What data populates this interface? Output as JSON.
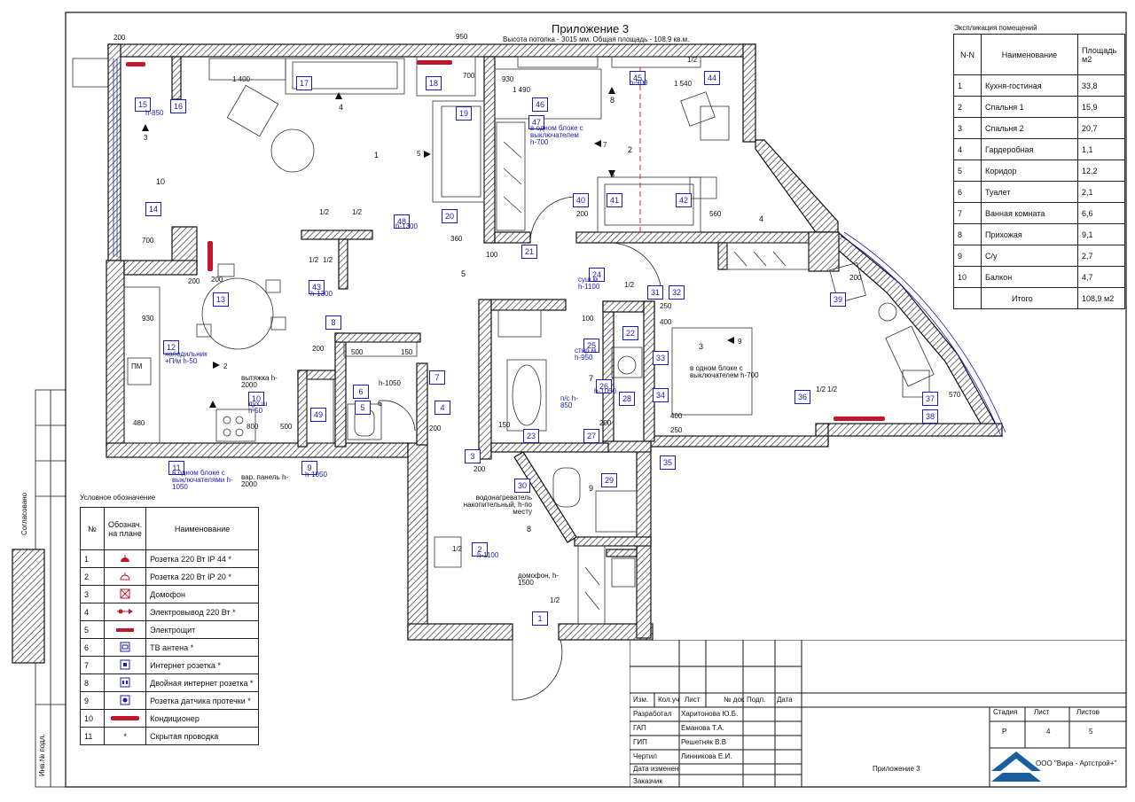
{
  "title": "Приложение 3",
  "subtitle": "Высота потолка - 3015 мм. Общая площадь - 108,9 кв.м.",
  "explication": {
    "heading": "Экспликация помещений",
    "col_nn": "N-N",
    "col_name": "Наименование",
    "col_area": "Площадь м2",
    "rows": [
      {
        "n": "1",
        "name": "Кухня-гостиная",
        "area": "33,8"
      },
      {
        "n": "2",
        "name": "Спальня 1",
        "area": "15,9"
      },
      {
        "n": "3",
        "name": "Спальня 2",
        "area": "20,7"
      },
      {
        "n": "4",
        "name": "Гардеробная",
        "area": "1,1"
      },
      {
        "n": "5",
        "name": "Коридор",
        "area": "12,2"
      },
      {
        "n": "6",
        "name": "Туалет",
        "area": "2,1"
      },
      {
        "n": "7",
        "name": "Ванная комната",
        "area": "6,6"
      },
      {
        "n": "8",
        "name": "Прихожая",
        "area": "9,1"
      },
      {
        "n": "9",
        "name": "С/у",
        "area": "2,7"
      },
      {
        "n": "10",
        "name": "Балкон",
        "area": "4,7"
      }
    ],
    "total_label": "Итого",
    "total_area": "108,9 м2"
  },
  "legend": {
    "heading": "Условное обозначение",
    "col_n": "№",
    "col_symbol": "Обознач. на плане",
    "col_name": "Наименование",
    "rows": [
      {
        "n": "1",
        "name": "Розетка 220 Вт IP 44 *",
        "icon": "socket-ip44-icon"
      },
      {
        "n": "2",
        "name": "Розетка 220 Вт  IP 20 *",
        "icon": "socket-ip20-icon"
      },
      {
        "n": "3",
        "name": "Домофон",
        "icon": "intercom-icon"
      },
      {
        "n": "4",
        "name": "Электровывод  220 Вт *",
        "icon": "power-outlet-icon"
      },
      {
        "n": "5",
        "name": "Электрощит",
        "icon": "switchboard-icon"
      },
      {
        "n": "6",
        "name": "ТВ антена *",
        "icon": "tv-antenna-icon"
      },
      {
        "n": "7",
        "name": "Интернет розетка *",
        "icon": "internet-socket-icon"
      },
      {
        "n": "8",
        "name": "Двойная интернет розетка *",
        "icon": "double-internet-socket-icon"
      },
      {
        "n": "9",
        "name": "Розетка датчика протечки *",
        "icon": "leak-sensor-socket-icon"
      },
      {
        "n": "10",
        "name": "Кондиционер",
        "icon": "air-conditioner-icon"
      },
      {
        "n": "11",
        "name": "Скрытая проводка",
        "icon": "hidden-wiring-icon"
      }
    ],
    "hidden_mark": "*"
  },
  "stamp": {
    "header": [
      "Изм.",
      "Кол.уч",
      "Лист",
      "№ док",
      "Подп.",
      "Дата"
    ],
    "roles": [
      {
        "role": "Разработал",
        "name": "Харитонова Ю.Б."
      },
      {
        "role": "ГАП",
        "name": "Еманова Т.А."
      },
      {
        "role": "ГИП",
        "name": "Решетняк В.В"
      },
      {
        "role": "Чертил",
        "name": "Линникова Е.И."
      },
      {
        "role": "Дата изменен",
        "name": ""
      },
      {
        "role": "Заказчик",
        "name": ""
      }
    ],
    "stage_label": "Стадия",
    "sheet_label": "Лист",
    "sheets_label": "Листов",
    "stage": "Р",
    "sheet": "4",
    "sheets": "5",
    "doc_title": "Приложение 3",
    "company": "ООО \"Вира - Артстрой+\"",
    "side_agreed": "Согласовано",
    "side_inv": "Инв.№ подл."
  },
  "rooms": [
    "1",
    "2",
    "3",
    "4",
    "5",
    "6",
    "7",
    "8",
    "9",
    "10",
    "4",
    "6",
    "8"
  ],
  "dims": [
    "200",
    "950",
    "1 400",
    "930",
    "700",
    "1 490",
    "1 540",
    "1/2",
    "1/2",
    "1/2",
    "200",
    "560",
    "360",
    "100",
    "1/2",
    "1/2",
    "700",
    "200",
    "930",
    "200",
    "500",
    "150",
    "480",
    "800",
    "500",
    "1/2",
    "1/2",
    "1/2",
    "200",
    "200",
    "100",
    "400",
    "250",
    "200",
    "250",
    "400",
    "150",
    "200",
    "200",
    "1/2",
    "1/2",
    "570",
    "200",
    "1/2",
    "1/2",
    "1/2"
  ],
  "points": [
    {
      "no": "1",
      "note": ""
    },
    {
      "no": "2",
      "note": "h-1100"
    },
    {
      "no": "3",
      "note": ""
    },
    {
      "no": "4",
      "note": ""
    },
    {
      "no": "5",
      "note": ""
    },
    {
      "no": "6",
      "note": "h-1050"
    },
    {
      "no": "7",
      "note": ""
    },
    {
      "no": "8",
      "note": ""
    },
    {
      "no": "9",
      "note": "h-1050"
    },
    {
      "no": "10",
      "note": "дух.ш h-50"
    },
    {
      "no": "11",
      "note": "в одном блоке с выключателями h-1050"
    },
    {
      "no": "12",
      "note": "холодильник +П/м h-50"
    },
    {
      "no": "13",
      "note": ""
    },
    {
      "no": "14",
      "note": ""
    },
    {
      "no": "15",
      "note": "h-850"
    },
    {
      "no": "16",
      "note": ""
    },
    {
      "no": "17",
      "note": ""
    },
    {
      "no": "18",
      "note": ""
    },
    {
      "no": "19",
      "note": ""
    },
    {
      "no": "20",
      "note": ""
    },
    {
      "no": "21",
      "note": ""
    },
    {
      "no": "22",
      "note": ""
    },
    {
      "no": "23",
      "note": ""
    },
    {
      "no": "24",
      "note": "суш.м h-1100"
    },
    {
      "no": "25",
      "note": "стир.м h-950"
    },
    {
      "no": "26",
      "note": "h-1050"
    },
    {
      "no": "27",
      "note": ""
    },
    {
      "no": "28",
      "note": ""
    },
    {
      "no": "29",
      "note": ""
    },
    {
      "no": "30",
      "note": ""
    },
    {
      "no": "31",
      "note": ""
    },
    {
      "no": "32",
      "note": ""
    },
    {
      "no": "33",
      "note": ""
    },
    {
      "no": "34",
      "note": ""
    },
    {
      "no": "35",
      "note": ""
    },
    {
      "no": "36",
      "note": ""
    },
    {
      "no": "37",
      "note": ""
    },
    {
      "no": "38",
      "note": ""
    },
    {
      "no": "39",
      "note": ""
    },
    {
      "no": "40",
      "note": ""
    },
    {
      "no": "41",
      "note": ""
    },
    {
      "no": "42",
      "note": ""
    },
    {
      "no": "43",
      "note": "h-1300"
    },
    {
      "no": "44",
      "note": ""
    },
    {
      "no": "45",
      "note": "h-900"
    },
    {
      "no": "46",
      "note": ""
    },
    {
      "no": "47",
      "note": "в одном блоке с выключателем h-700"
    },
    {
      "no": "48",
      "note": "h-1300"
    },
    {
      "no": "49",
      "note": ""
    }
  ],
  "notes": {
    "hood": "вытяжка h-2000",
    "var_panel": "вар. панель h-2000",
    "heater": "водонагреватель накопительный, h-по месту",
    "intercom": "домофон, h-1500",
    "nc": "п/с h-850",
    "block_switch": "в одном блоке с выключателем h-700",
    "pm": "ПМ"
  },
  "colors": {
    "label": "#1c1cb4",
    "red": "#c0182a",
    "wall": "#111111",
    "door_dash": "#e11d2f"
  }
}
